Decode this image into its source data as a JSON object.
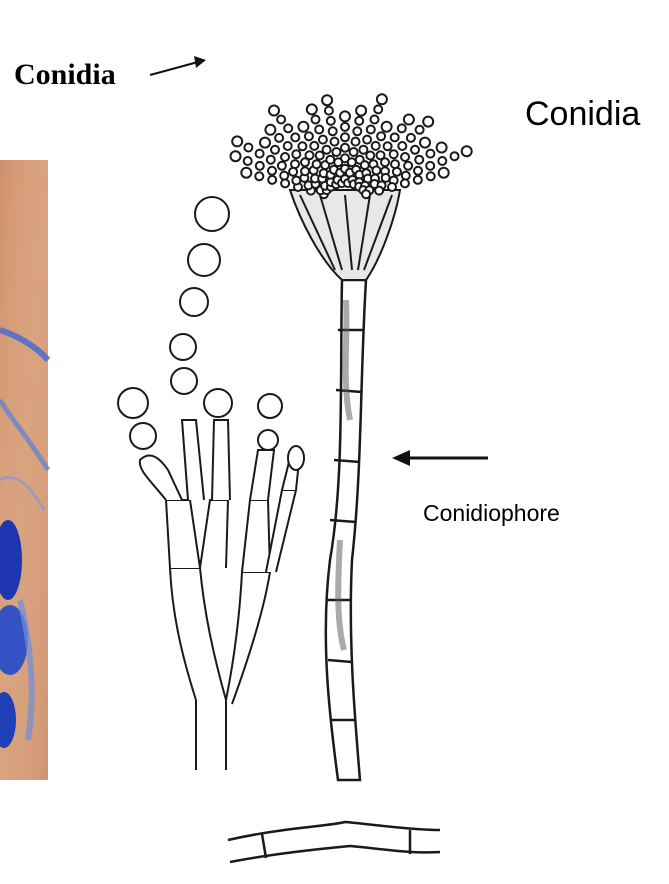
{
  "labels": {
    "conidia_left": "Conidia",
    "conidia_right": "Conidia",
    "conidiophore": "Conidiophore"
  },
  "colors": {
    "ink": "#1a1a1a",
    "micrograph_bg": "#d59a78",
    "stain_blue": "#2b46b8"
  }
}
